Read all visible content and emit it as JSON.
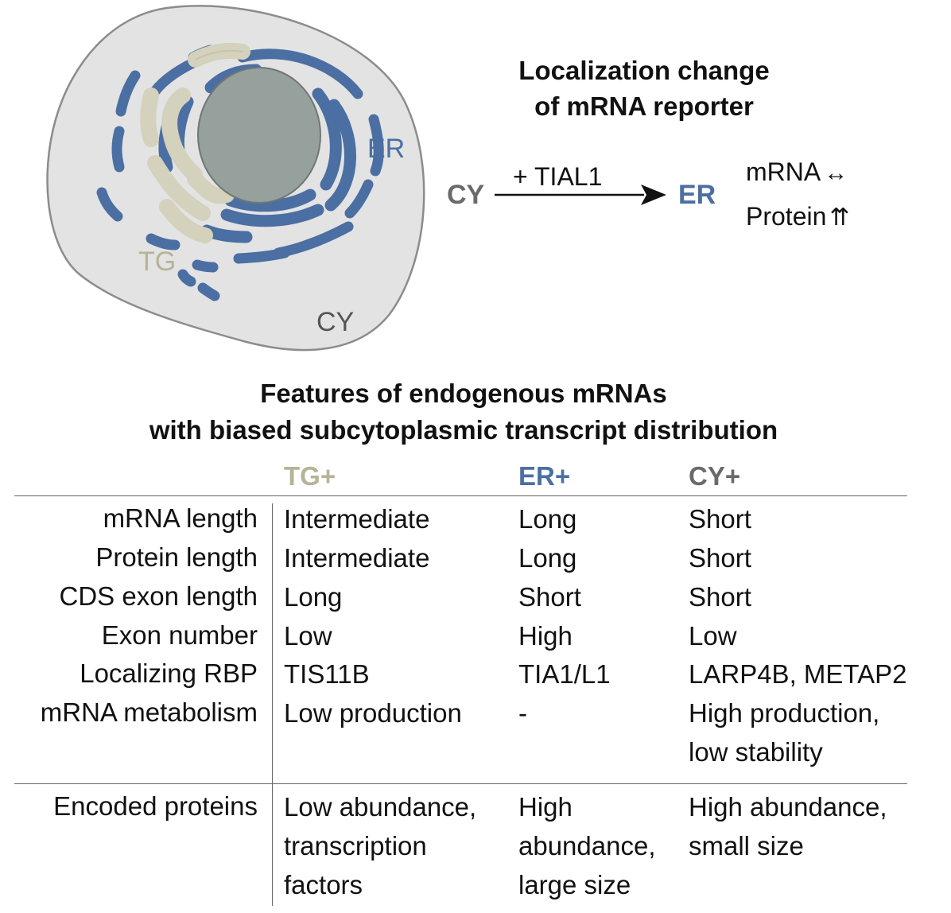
{
  "diagram": {
    "region_labels": {
      "er": "ER",
      "tg": "TG",
      "cy": "CY"
    },
    "colors": {
      "er": "#4b6fa3",
      "tg": "#d4d1bd",
      "tg_text": "#b6b398",
      "cy_text": "#555555",
      "cell_fill": "#e3e3e3",
      "nucleus": "#96a09c"
    }
  },
  "reporter": {
    "title_line1": "Localization change",
    "title_line2": "of mRNA reporter",
    "from": "CY",
    "treatment": "+ TIAL1",
    "to": "ER",
    "mrna_label": "mRNA",
    "mrna_symbol": "↔",
    "protein_label": "Protein",
    "protein_symbol": "⇈"
  },
  "table": {
    "title_line1": "Features of endogenous mRNAs",
    "title_line2": "with biased subcytoplasmic transcript distribution",
    "columns": [
      "TG+",
      "ER+",
      "CY+"
    ],
    "rows": [
      {
        "label": "mRNA length",
        "values": [
          "Intermediate",
          "Long",
          "Short"
        ]
      },
      {
        "label": "Protein length",
        "values": [
          "Intermediate",
          "Long",
          "Short"
        ]
      },
      {
        "label": "CDS exon length",
        "values": [
          "Long",
          "Short",
          "Short"
        ]
      },
      {
        "label": "Exon number",
        "values": [
          "Low",
          "High",
          "Low"
        ]
      },
      {
        "label": "Localizing RBP",
        "values": [
          "TIS11B",
          "TIA1/L1",
          "LARP4B, METAP2"
        ]
      },
      {
        "label": "mRNA metabolism",
        "values": [
          "Low production",
          "-",
          "High production,\nlow stability"
        ]
      }
    ],
    "encoded": {
      "label": "Encoded proteins",
      "values": [
        "Low abundance,\ntranscription\nfactors",
        "High\nabundance,\nlarge size",
        "High abundance,\nsmall size"
      ]
    }
  }
}
